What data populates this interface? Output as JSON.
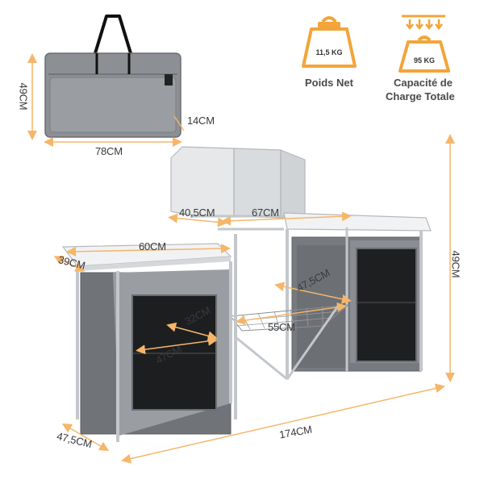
{
  "specs": {
    "net_weight": {
      "value": "11,5 KG",
      "label": "Poids Net",
      "icon": "weight-icon"
    },
    "load_capacity": {
      "value": "95 KG",
      "label_line1": "Capacité de",
      "label_line2": "Charge Totale",
      "icon": "load-weight-icon"
    }
  },
  "bag": {
    "height": "49CM",
    "width": "78CM",
    "depth": "14CM"
  },
  "table": {
    "total_length": "174CM",
    "height": "49CM",
    "depth": "47,5CM",
    "left_top_width": "60CM",
    "left_top_depth": "39CM",
    "shelf_width": "67CM",
    "shelf_side": "40,5CM",
    "inner_width": "47CM",
    "inner_depth": "32CM",
    "mesh_shelf": "55CM",
    "right_cabinet": "47,5CM"
  },
  "colors": {
    "accent": "#f2a53a",
    "frame": "#c9cdd1",
    "fabric": "#8b8f93",
    "dim_line": "#f5b66a"
  }
}
